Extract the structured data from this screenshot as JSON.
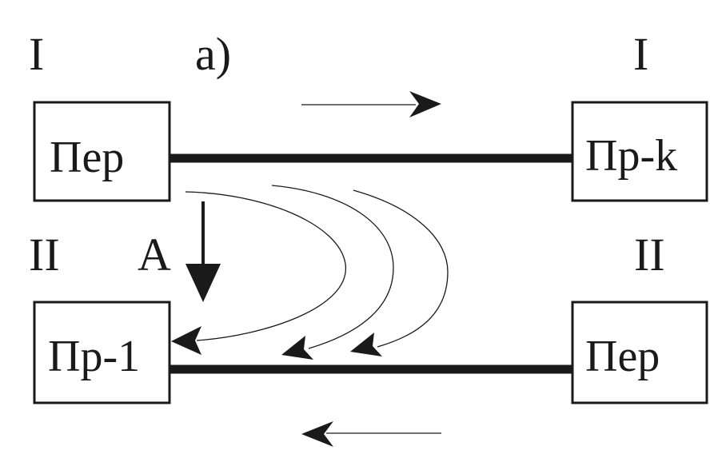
{
  "labels": {
    "top_left": "I",
    "top_center": "а)",
    "top_right": "I",
    "mid_left": "II",
    "mid_a": "A",
    "mid_right": "II"
  },
  "boxes": {
    "top_left": "Пер",
    "top_right": "Пр-k",
    "bottom_left": "Пр-1",
    "bottom_right": "Пер"
  }
}
